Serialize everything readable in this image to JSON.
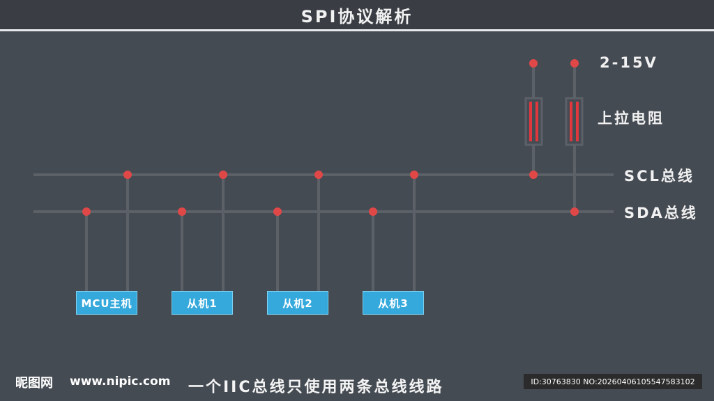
{
  "title": "SPI协议解析",
  "labels": {
    "voltage": "2-15V",
    "pullup": "上拉电阻",
    "scl": "SCL总线",
    "sda": "SDA总线"
  },
  "devices": [
    "MCU主机",
    "从机1",
    "从机2",
    "从机3"
  ],
  "caption": "一个IIC总线只使用两条总线线路",
  "watermark": {
    "logo": "昵图网",
    "url": "www.nipic.com",
    "id": "ID:30763830 NO:20260406105547583102"
  },
  "colors": {
    "background": "#454b53",
    "line": "#5c6168",
    "dot": "#e04848",
    "device": "#35a9dc",
    "resistor": "#e0383d"
  }
}
